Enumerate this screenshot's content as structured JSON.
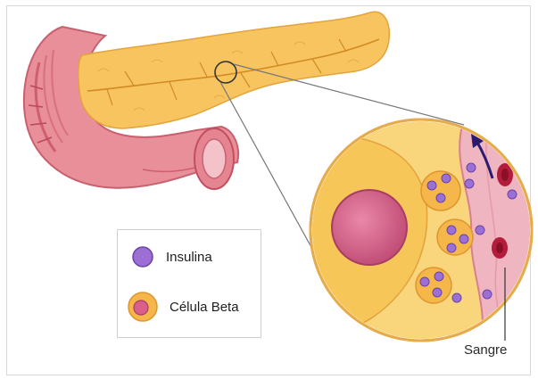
{
  "diagram": {
    "legend": {
      "items": [
        {
          "label": "Insulina",
          "marker": "purple-dot-icon"
        },
        {
          "label": "Célula Beta",
          "marker": "beta-cell-icon"
        }
      ]
    },
    "callouts": {
      "blood_label": "Sangre"
    }
  },
  "colors": {
    "pancreas_fill": "#f8c460",
    "pancreas_edge": "#e3a43a",
    "duodenum_fill": "#e88f99",
    "duodenum_dark": "#cf5f6d",
    "insulin_fill": "#9b6fd3",
    "insulin_edge": "#6a43a8",
    "blood_fill": "#efb5c0",
    "blood_cell": "#b31c3a",
    "nucleus_fill": "#d9608a",
    "zoom_bg": "#f9d57b"
  }
}
